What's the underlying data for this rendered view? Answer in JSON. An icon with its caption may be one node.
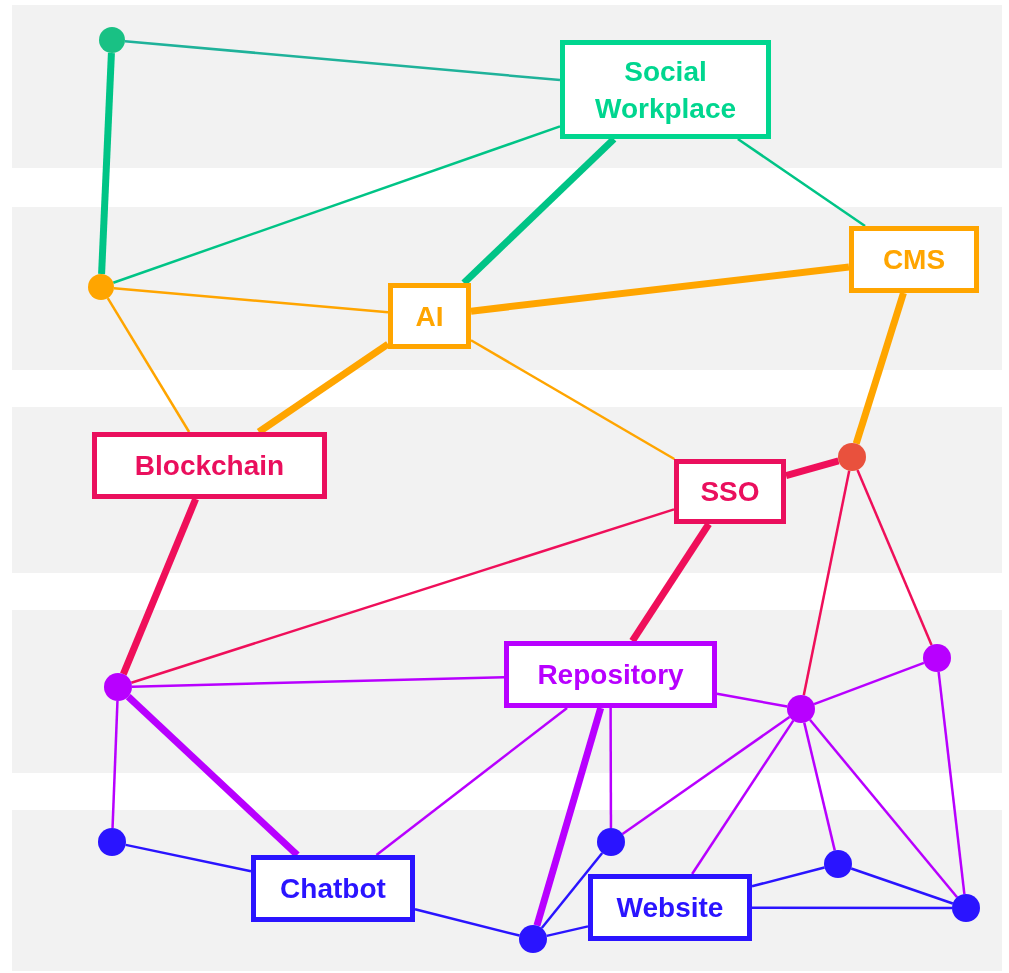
{
  "diagram": {
    "nodes": [
      {
        "text": [
          "Social Workplace"
        ]
      },
      {
        "text": [
          "CMS"
        ]
      },
      {
        "text": [
          "AI"
        ]
      },
      {
        "text": [
          "Blockchain"
        ]
      },
      {
        "text": [
          "SSO"
        ]
      },
      {
        "text": [
          "Repository"
        ]
      },
      {
        "text": [
          "Chatbot"
        ]
      },
      {
        "text": [
          "Website"
        ]
      },
      {
        "text": [],
        "shape": "circle"
      },
      {
        "text": [],
        "shape": "circle"
      },
      {
        "text": [],
        "shape": "circle"
      },
      {
        "text": [],
        "shape": "circle"
      },
      {
        "text": [],
        "shape": "circle"
      },
      {
        "text": [],
        "shape": "circle"
      },
      {
        "text": [],
        "shape": "circle"
      },
      {
        "text": [],
        "shape": "circle"
      },
      {
        "text": [],
        "shape": "circle"
      },
      {
        "text": [],
        "shape": "circle"
      },
      {
        "text": [],
        "shape": "circle"
      }
    ],
    "edges": [
      {
        "from": 8,
        "to": 0,
        "arrow": "none",
        "color": "#1fb29a"
      },
      {
        "from": 8,
        "to": 9,
        "arrow": "none",
        "style": "thick",
        "color": "#00c486"
      },
      {
        "from": 0,
        "to": 9,
        "arrow": "none",
        "color": "#00c486"
      },
      {
        "from": 0,
        "to": 2,
        "arrow": "none",
        "style": "thick",
        "color": "#00c486"
      },
      {
        "from": 0,
        "to": 1,
        "arrow": "none",
        "color": "#00c486"
      },
      {
        "from": 9,
        "to": 2,
        "arrow": "none",
        "color": "#ffa500"
      },
      {
        "from": 2,
        "to": 1,
        "arrow": "none",
        "style": "thick",
        "color": "#ffa500"
      },
      {
        "from": 9,
        "to": 3,
        "arrow": "none",
        "color": "#ffa500"
      },
      {
        "from": 2,
        "to": 3,
        "arrow": "none",
        "style": "thick",
        "color": "#ffa500"
      },
      {
        "from": 2,
        "to": 4,
        "arrow": "none",
        "color": "#ffa500"
      },
      {
        "from": 1,
        "to": 10,
        "arrow": "none",
        "style": "thick",
        "color": "#ffa500"
      },
      {
        "from": 10,
        "to": 4,
        "arrow": "none",
        "style": "thick",
        "color": "#ef0f5a"
      },
      {
        "from": 3,
        "to": 11,
        "arrow": "none",
        "style": "thick",
        "color": "#ef0f5a"
      },
      {
        "from": 4,
        "to": 11,
        "arrow": "none",
        "color": "#ef0f5a"
      },
      {
        "from": 4,
        "to": 5,
        "arrow": "none",
        "style": "thick",
        "color": "#ef0f5a"
      },
      {
        "from": 10,
        "to": 13,
        "arrow": "none",
        "color": "#ef0f5a"
      },
      {
        "from": 10,
        "to": 12,
        "arrow": "none",
        "color": "#ef0f5a"
      },
      {
        "from": 11,
        "to": 5,
        "arrow": "none"
      },
      {
        "from": 11,
        "to": 6,
        "arrow": "none",
        "style": "thick"
      },
      {
        "from": 11,
        "to": 14,
        "arrow": "none"
      },
      {
        "from": 5,
        "to": 6,
        "arrow": "none"
      },
      {
        "from": 5,
        "to": 17,
        "arrow": "none",
        "style": "thick"
      },
      {
        "from": 5,
        "to": 15,
        "arrow": "none"
      },
      {
        "from": 5,
        "to": 13,
        "arrow": "none"
      },
      {
        "from": 12,
        "to": 13,
        "arrow": "none"
      },
      {
        "from": 12,
        "to": 18,
        "arrow": "none"
      },
      {
        "from": 13,
        "to": 15,
        "arrow": "none"
      },
      {
        "from": 13,
        "to": 7,
        "arrow": "none"
      },
      {
        "from": 13,
        "to": 16,
        "arrow": "none"
      },
      {
        "from": 13,
        "to": 18,
        "arrow": "none"
      },
      {
        "from": 14,
        "to": 6,
        "arrow": "none",
        "color": "#2a14ff"
      },
      {
        "from": 6,
        "to": 17,
        "arrow": "none",
        "color": "#2a14ff"
      },
      {
        "from": 17,
        "to": 15,
        "arrow": "none",
        "color": "#2a14ff"
      },
      {
        "from": 17,
        "to": 7,
        "arrow": "none",
        "color": "#2a14ff"
      },
      {
        "from": 7,
        "to": 16,
        "arrow": "none",
        "color": "#2a14ff"
      },
      {
        "from": 7,
        "to": 18,
        "arrow": "none",
        "color": "#2a14ff"
      },
      {
        "from": 16,
        "to": 18,
        "arrow": "none",
        "color": "#2a14ff"
      }
    ]
  }
}
